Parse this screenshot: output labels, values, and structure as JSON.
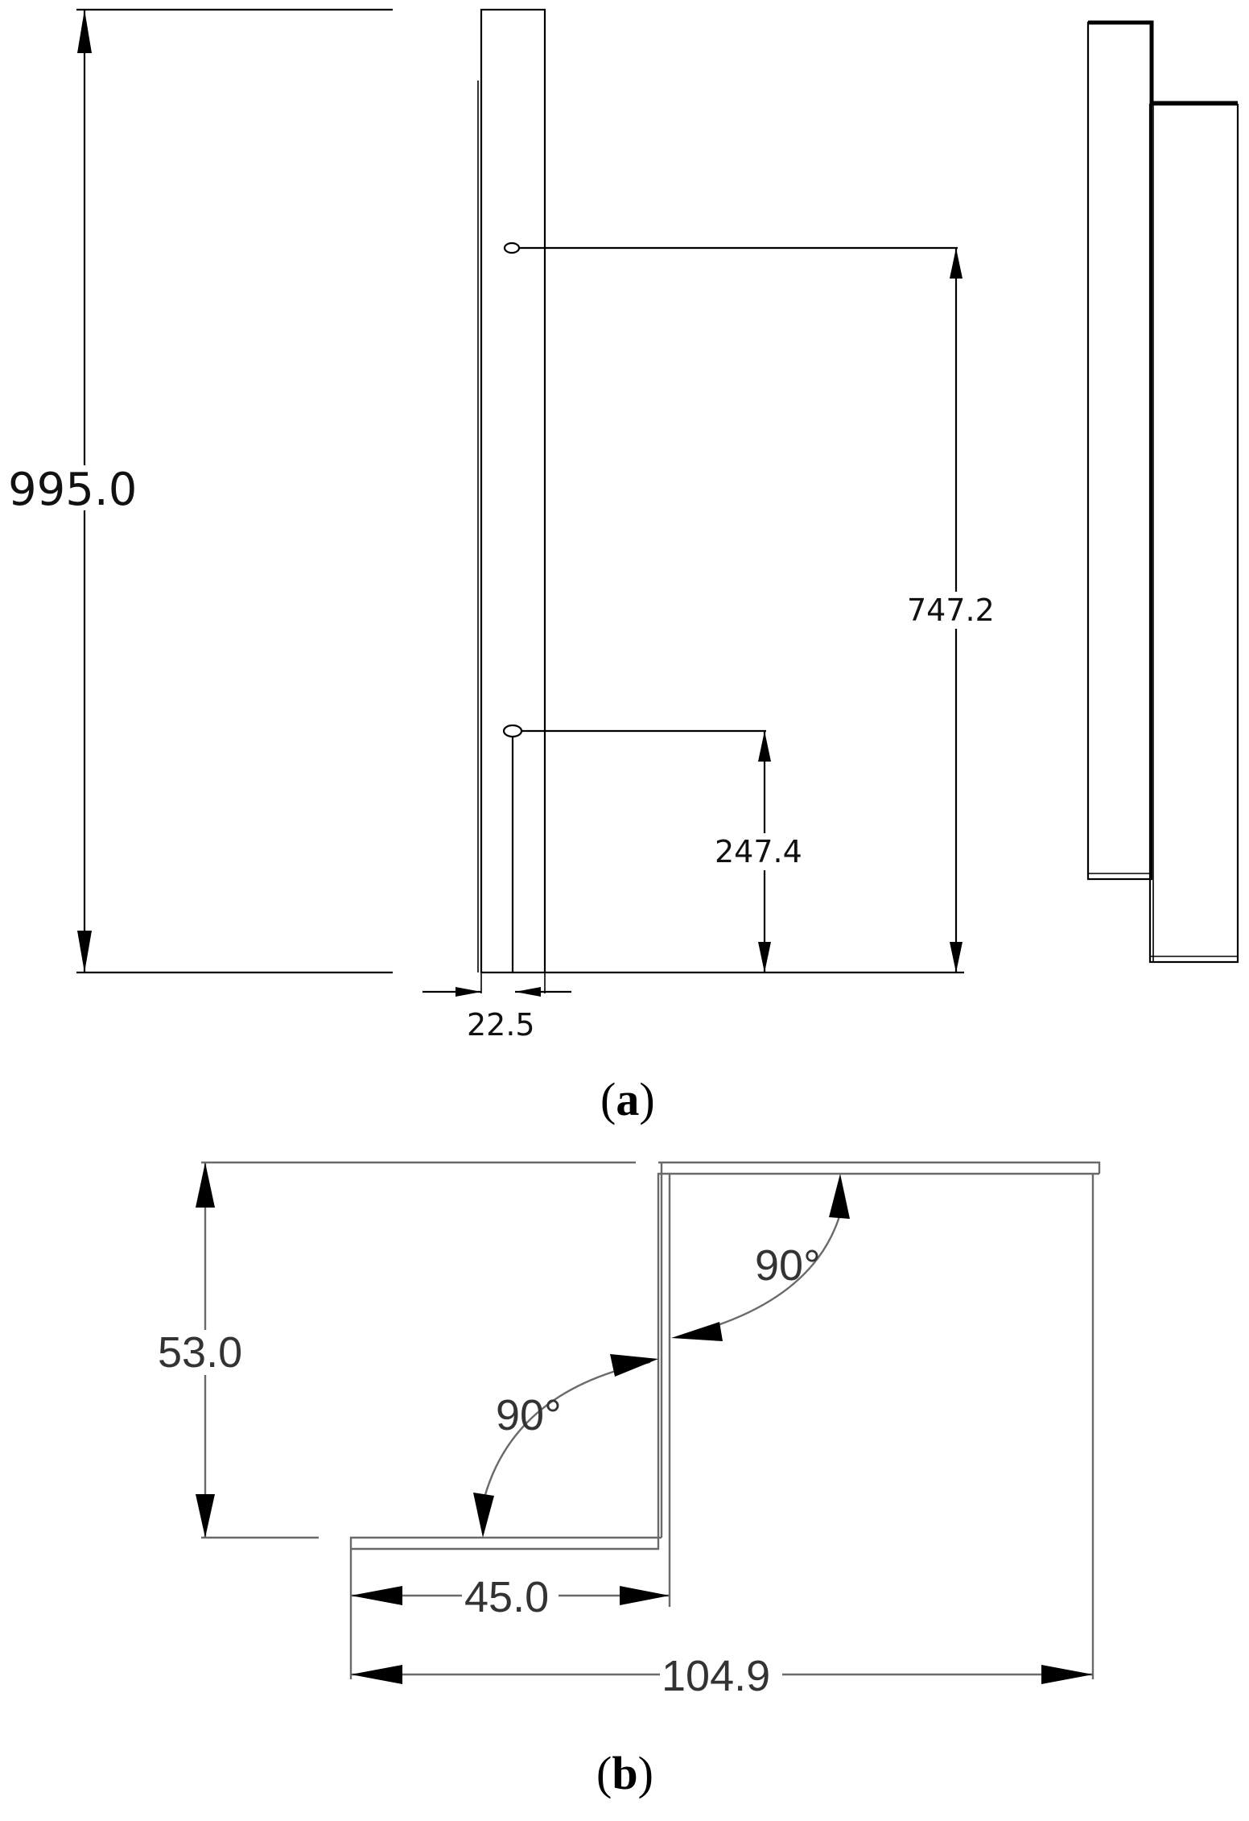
{
  "panel_a": {
    "caption_open": "(",
    "caption_letter": "a",
    "caption_close": ")",
    "dim_total_height": "995.0",
    "dim_upper_hole": "747.2",
    "dim_lower_hole": "247.4",
    "dim_width": "22.5"
  },
  "panel_b": {
    "caption_open": "(",
    "caption_letter": "b",
    "caption_close": ")",
    "dim_height": "53.0",
    "dim_angle_upper": "90°",
    "dim_angle_lower": "90°",
    "dim_flange": "45.0",
    "dim_overall": "104.9"
  }
}
